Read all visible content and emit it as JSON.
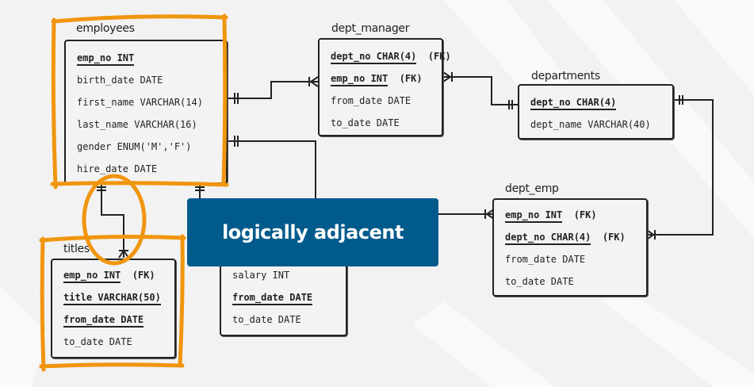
{
  "colors": {
    "background": "#f2f2f2",
    "line": "#222222",
    "highlight": "#f0950e",
    "callout": "#005a8c",
    "callout_text": "#ffffff"
  },
  "callout": {
    "text": "logically adjacent"
  },
  "entities": {
    "employees": {
      "title": "employees",
      "attrs": [
        {
          "text": "emp_no INT",
          "key": true
        },
        {
          "text": "birth_date DATE"
        },
        {
          "text": "first_name VARCHAR(14)"
        },
        {
          "text": "last_name VARCHAR(16)"
        },
        {
          "text": "gender ENUM('M','F')"
        },
        {
          "text": "hire_date DATE"
        }
      ]
    },
    "dept_manager": {
      "title": "dept_manager",
      "attrs": [
        {
          "text": "dept_no CHAR(4)",
          "key": true,
          "fk": "(FK)"
        },
        {
          "text": "emp_no INT",
          "key": true,
          "fk": "(FK)"
        },
        {
          "text": "from_date DATE"
        },
        {
          "text": "to_date DATE"
        }
      ]
    },
    "departments": {
      "title": "departments",
      "attrs": [
        {
          "text": "dept_no CHAR(4)",
          "key": true
        },
        {
          "text": "dept_name VARCHAR(40)"
        }
      ]
    },
    "dept_emp": {
      "title": "dept_emp",
      "attrs": [
        {
          "text": "emp_no INT",
          "key": true,
          "fk": "(FK)"
        },
        {
          "text": "dept_no CHAR(4)",
          "key": true,
          "fk": "(FK)"
        },
        {
          "text": "from_date DATE"
        },
        {
          "text": "to_date DATE"
        }
      ]
    },
    "titles": {
      "title": "titles",
      "attrs": [
        {
          "text": "emp_no INT",
          "key": true,
          "fk": "(FK)"
        },
        {
          "text": "title VARCHAR(50)",
          "key": true
        },
        {
          "text": "from_date DATE",
          "key": true
        },
        {
          "text": "to_date DATE"
        }
      ]
    },
    "salaries": {
      "attrs": [
        {
          "text": "salary INT"
        },
        {
          "text": "from_date DATE",
          "key": true
        },
        {
          "text": "to_date DATE"
        }
      ]
    }
  },
  "icons": {
    "one_mandatory": "one-and-only-one-notation",
    "many": "one-or-many-notation"
  }
}
